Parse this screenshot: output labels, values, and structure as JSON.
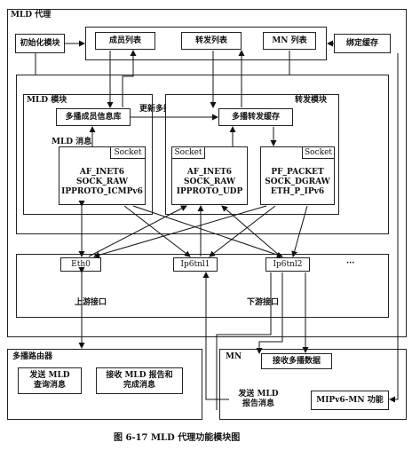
{
  "proxy_title": "MLD 代理",
  "init_module": "初始化模块",
  "member_list": "成员列表",
  "forward_list": "转发列表",
  "mn_list": "MN 列表",
  "binding_cache": "绑定缓存",
  "mld_module": "MLD 模块",
  "forward_module": "转发模块",
  "multicast_member_db": "多播成员信息库",
  "update_forward_cache": "更新多播转发缓存",
  "multicast_forward_cache": "多播转发缓存",
  "mld_message": "MLD 消息",
  "socket1": {
    "tag": "Socket",
    "line1": "AF_INET6",
    "line2": "SOCK_RAW",
    "line3": "IPPROTO_ICMPv6"
  },
  "socket2": {
    "tag": "Socket",
    "line1": "AF_INET6",
    "line2": "SOCK_RAW",
    "line3": "IPPROTO_UDP"
  },
  "socket3": {
    "tag": "Socket",
    "line1": "PF_PACKET",
    "line2": "SOCK_DGRAW",
    "line3": "ETH_P_IPv6"
  },
  "eth0": "Eth0",
  "ip6tnl1": "Ip6tnl1",
  "ip6tnl2": "Ip6tnl2",
  "ellipsis": "···",
  "upstream_iface": "上游接口",
  "downstream_iface": "下游接口",
  "multicast_router": "多播路由器",
  "send_mld_query": [
    "发送 MLD",
    "查询消息"
  ],
  "recv_mld_report": [
    "接收 MLD 报告和",
    "完成消息"
  ],
  "mn_title": "MN",
  "recv_multicast": "接收多播数据",
  "send_mld_report": [
    "发送 MLD",
    "报告消息"
  ],
  "mipv6_mn": "MIPv6-MN 功能",
  "caption": "图 6-17   MLD 代理功能模块图"
}
